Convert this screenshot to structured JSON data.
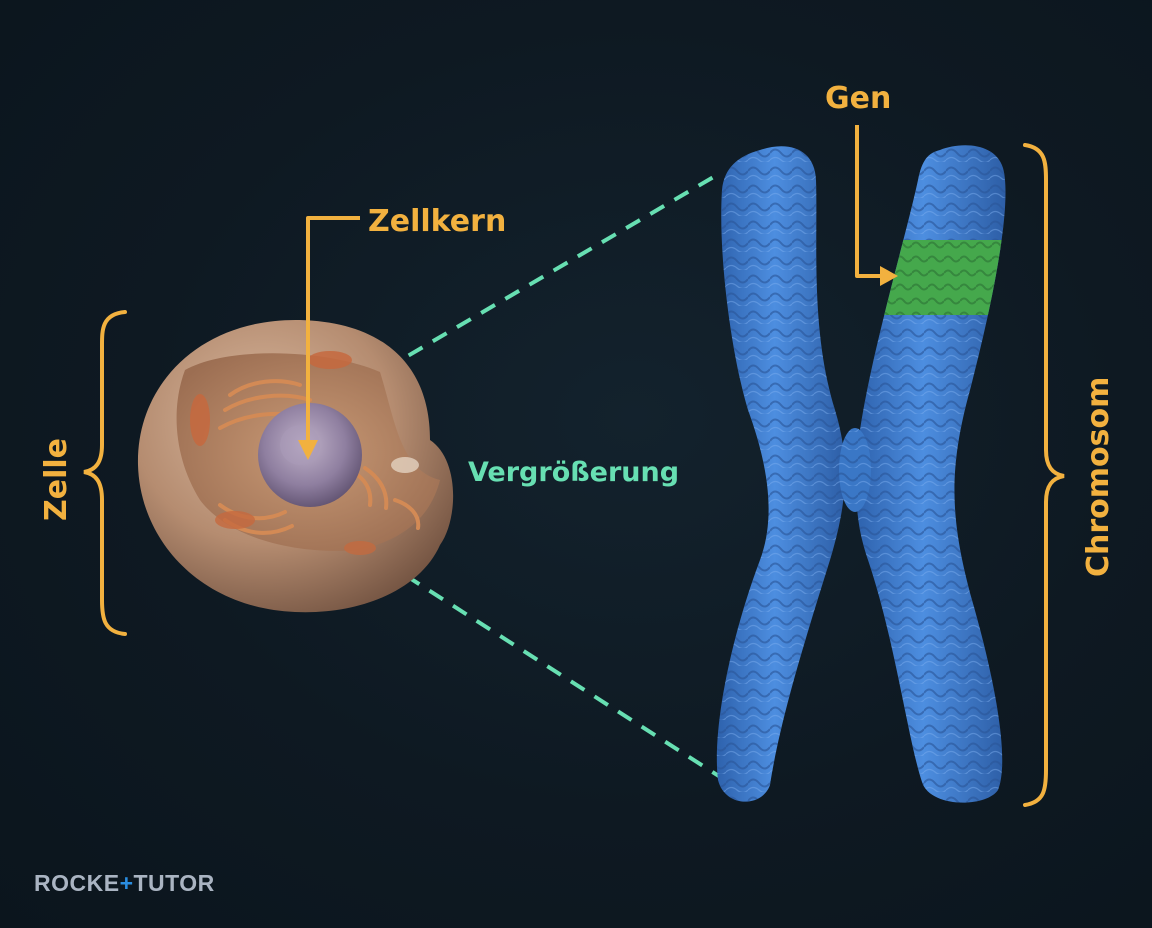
{
  "labels": {
    "gen": "Gen",
    "zellkern": "Zellkern",
    "zelle": "Zelle",
    "vergroesserung": "Vergrößerung",
    "chromosom": "Chromosom"
  },
  "logo": {
    "part1": "ROCKE",
    "plus": "+",
    "part2": "TUTOR"
  },
  "colors": {
    "background": "#0e1922",
    "label_orange": "#f2b13f",
    "label_teal": "#67dfb2",
    "chromosome_blue": "#3f7fd0",
    "gene_green": "#45a84c",
    "cell_tan": "#b58c70",
    "nucleus_purple": "#8f7fa0"
  }
}
